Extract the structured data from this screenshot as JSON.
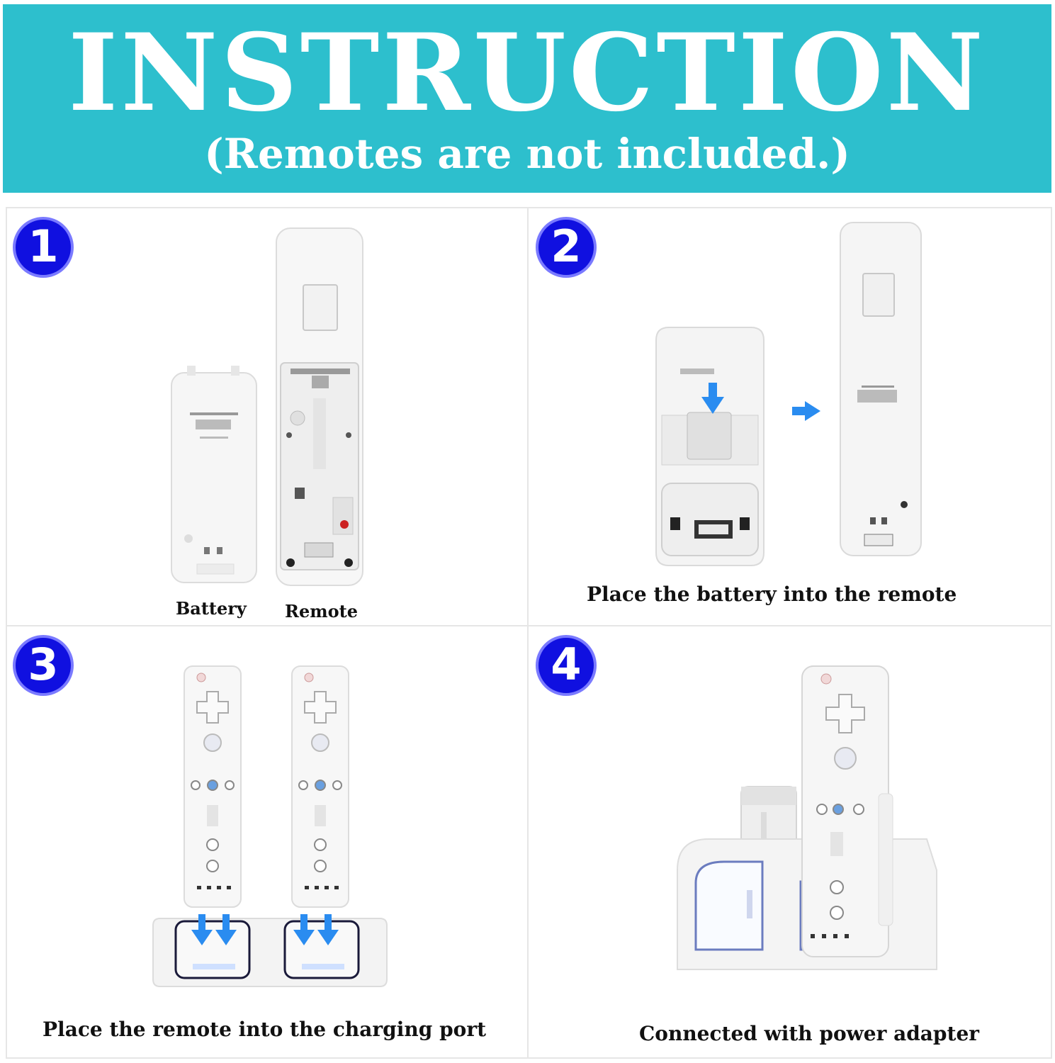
{
  "header": {
    "title": "INSTRUCTION",
    "subtitle": "(Remotes are not included.)",
    "background_color": "#2dbfcd"
  },
  "steps": [
    {
      "number": "1",
      "labels": [
        "Battery",
        "Remote"
      ]
    },
    {
      "number": "2",
      "caption": "Place the battery into the remote"
    },
    {
      "number": "3",
      "caption": "Place the remote into the charging port"
    },
    {
      "number": "4",
      "caption": "Connected with power adapter"
    }
  ],
  "colors": {
    "badge": "#1010e0",
    "arrow": "#2a8cf0"
  }
}
